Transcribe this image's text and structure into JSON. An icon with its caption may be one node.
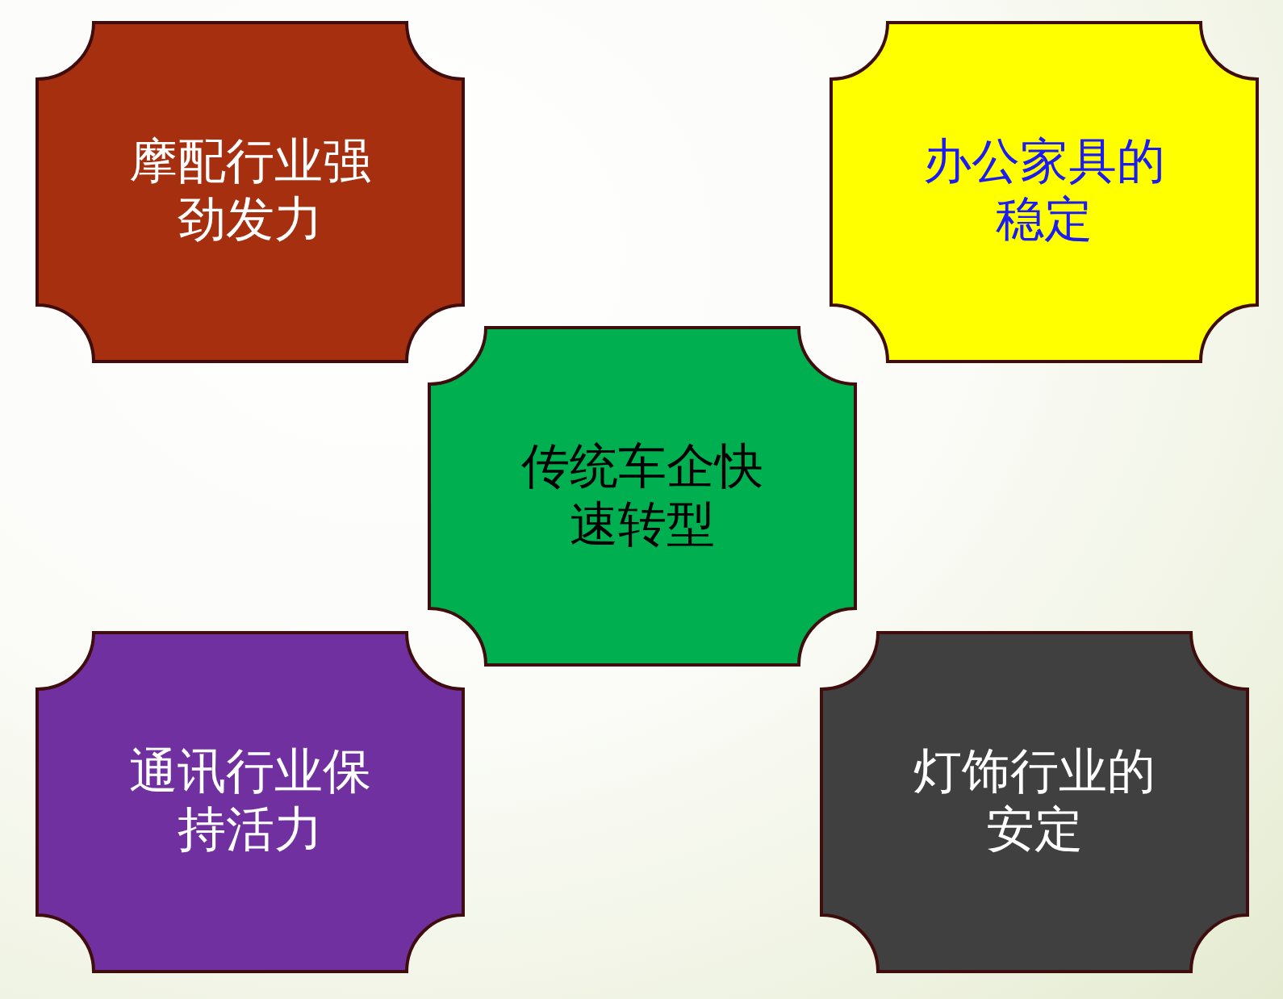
{
  "diagram": {
    "nodes": [
      {
        "text": [
          "摩配行业强劲发力"
        ]
      },
      {
        "text": [
          "办公家具的稳定"
        ]
      },
      {
        "text": [
          "传统车企快速转型"
        ]
      },
      {
        "text": [
          "通讯行业保持活力"
        ]
      },
      {
        "text": [
          "灯饰行业的安定"
        ]
      }
    ]
  }
}
